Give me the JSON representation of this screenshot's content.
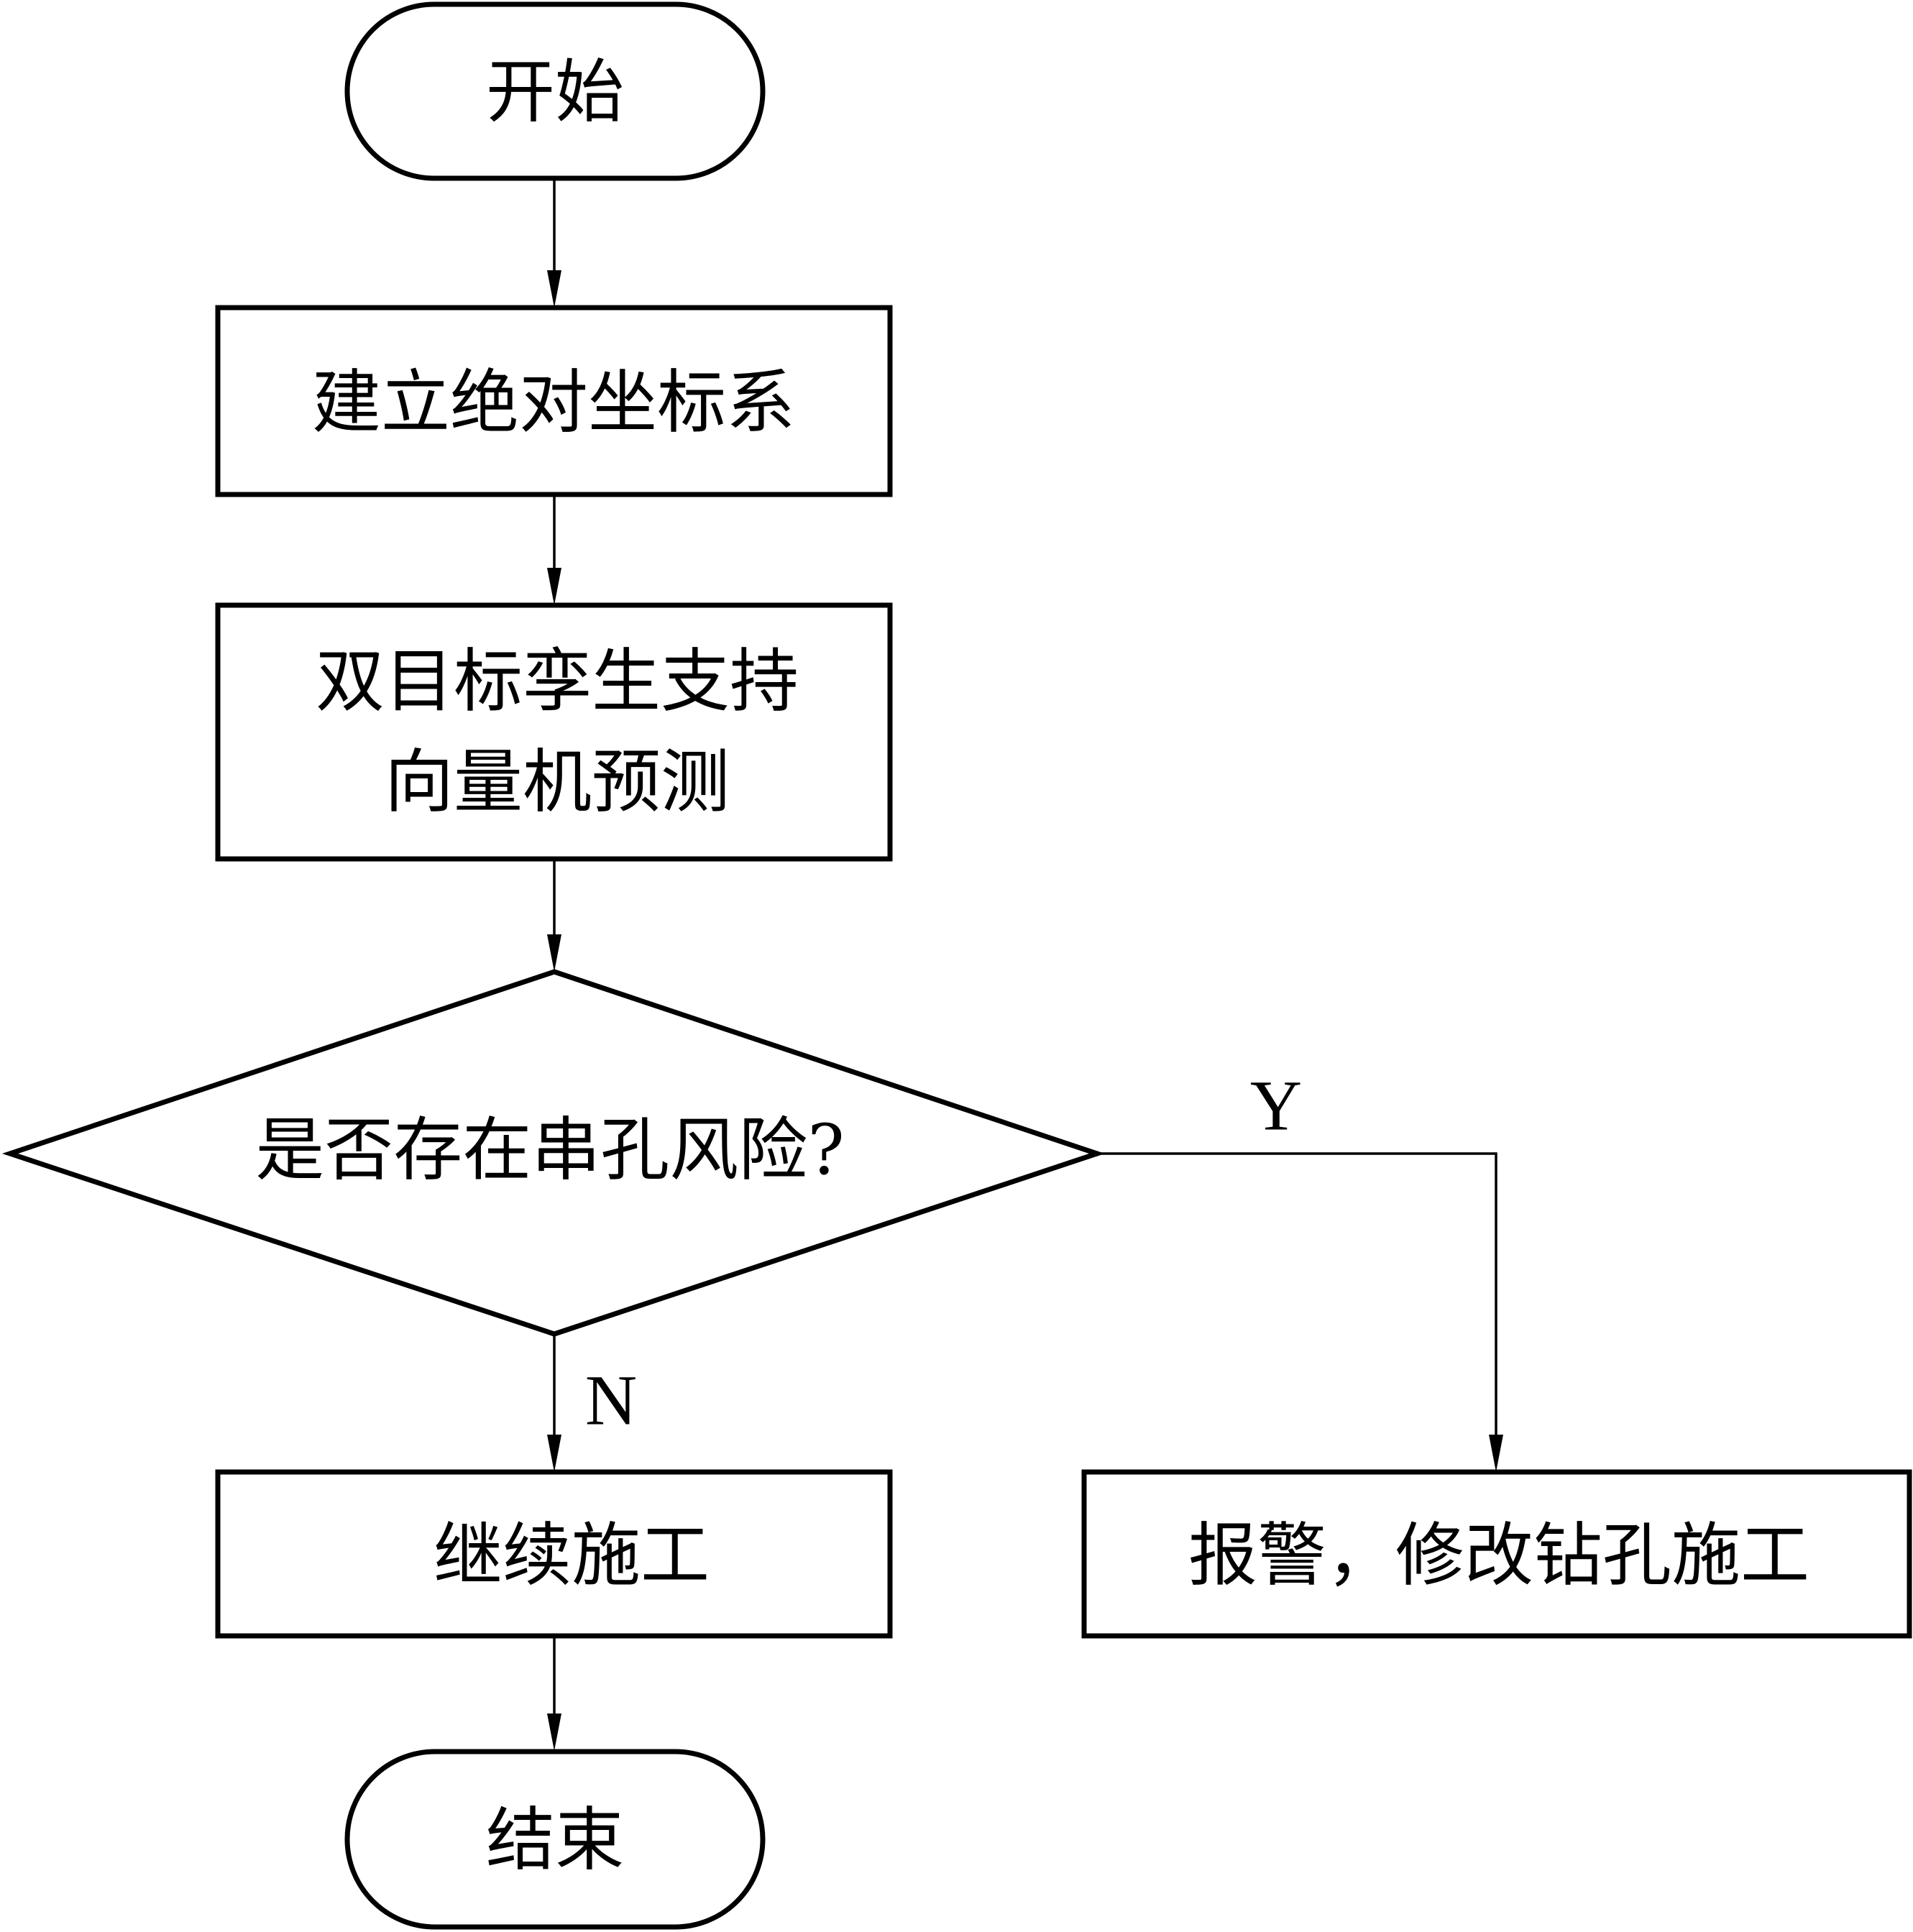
{
  "diagram": {
    "type": "flowchart",
    "nodes": [
      {
        "id": "start",
        "shape": "terminal",
        "text": "开始"
      },
      {
        "id": "coord",
        "shape": "process",
        "text": "建立绝对坐标系"
      },
      {
        "id": "predict",
        "shape": "process",
        "lines": [
          "双目标孪生支持",
          "向量机预测"
        ]
      },
      {
        "id": "decision",
        "shape": "decision",
        "text": "是否存在串孔风险?"
      },
      {
        "id": "continue",
        "shape": "process",
        "text": "继续施工"
      },
      {
        "id": "alarm",
        "shape": "process",
        "text": "报警，修改钻孔施工"
      },
      {
        "id": "end",
        "shape": "terminal",
        "text": "结束"
      }
    ],
    "edges": [
      {
        "from": "start",
        "to": "coord",
        "label": ""
      },
      {
        "from": "coord",
        "to": "predict",
        "label": ""
      },
      {
        "from": "predict",
        "to": "decision",
        "label": ""
      },
      {
        "from": "decision",
        "to": "continue",
        "label": "N"
      },
      {
        "from": "decision",
        "to": "alarm",
        "label": "Y"
      },
      {
        "from": "continue",
        "to": "end",
        "label": ""
      }
    ],
    "labels": {
      "yes": "Y",
      "no": "N"
    }
  }
}
